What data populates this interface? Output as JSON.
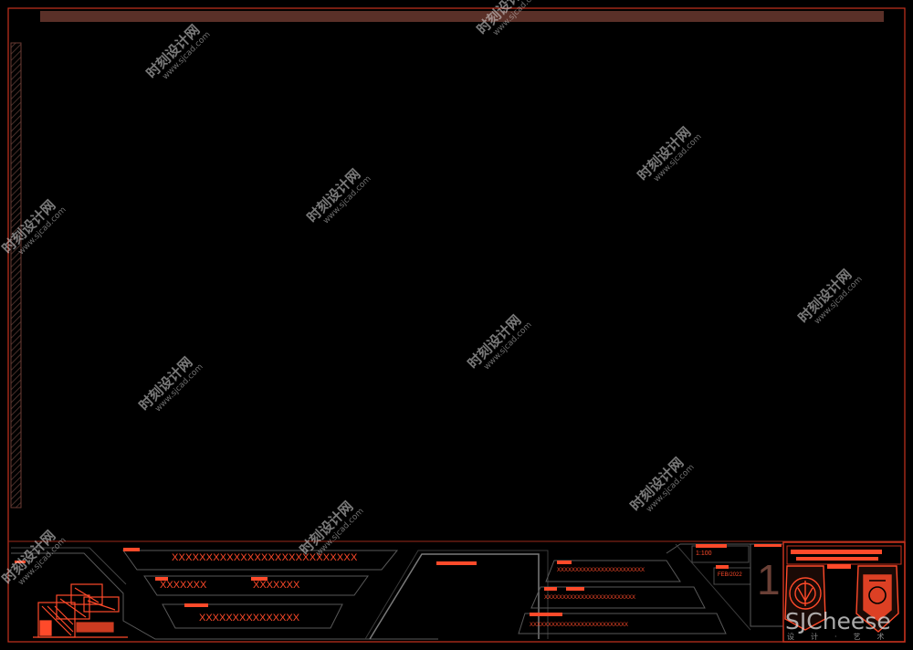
{
  "title_block": {
    "title_line": "XXXXXXXXXXXXXXXXXXXXXXXXXXX",
    "field_left": "XXXXXXX",
    "field_right": "XXXXXXX",
    "subtitle_line": "XXXXXXXXXXXXXXX",
    "notes": [
      "XXXXXXXXXXXXXXXXXXXXXXXX",
      "XXXXXXXXXXXXXXXXXXXXXXXXX",
      "XXXXXXXXXXXXXXXXXXXXXXXXXXX"
    ],
    "scale": "1:100",
    "date": "FEB/2022",
    "sheet_number": "1"
  },
  "watermark": {
    "text": "时刻设计网",
    "url": "www.sjcad.com"
  },
  "brand": {
    "name": "SJCheese",
    "sub": "设计·艺术"
  },
  "colors": {
    "background": "#000000",
    "accent": "#ff4a2a",
    "frame": "#c8321e",
    "header_bar": "#5a3028",
    "line_grey": "#5a5a5a"
  }
}
